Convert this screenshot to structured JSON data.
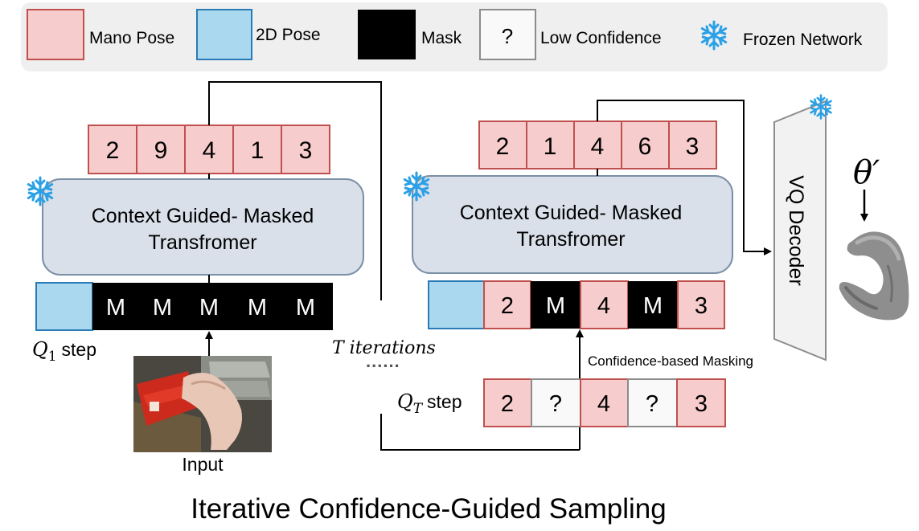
{
  "legend": {
    "mano_pose": "Mano Pose",
    "pose_2d": "2D Pose",
    "mask": "Mask",
    "low_conf_symbol": "?",
    "low_confidence": "Low Confidence",
    "frozen_network": "Frozen Network"
  },
  "left": {
    "tokens": [
      "2",
      "9",
      "4",
      "1",
      "3"
    ],
    "transformer_line1": "Context Guided- Masked",
    "transformer_line2": "Transfromer",
    "masked": [
      "M",
      "M",
      "M",
      "M",
      "M"
    ],
    "step_sub": "1",
    "step_label": "step",
    "input_label": "Input"
  },
  "middle": {
    "iterations_label": "T iterations",
    "dots": "......"
  },
  "right": {
    "tokens": [
      "2",
      "1",
      "4",
      "6",
      "3"
    ],
    "transformer_line1": "Context Guided- Masked",
    "transformer_line2": "Transfromer",
    "input_tokens": [
      "2",
      "M",
      "4",
      "M",
      "3"
    ],
    "masking_label": "Confidence-based Masking",
    "step_sub": "T",
    "step_label": "step",
    "qt_tokens": [
      "2",
      "?",
      "4",
      "?",
      "3"
    ],
    "decoder_label": "VQ Decoder",
    "theta_label": "θ′"
  },
  "title": "Iterative Confidence-Guided Sampling",
  "colors": {
    "mano_fill": "#f7cccc",
    "mano_stroke": "#c0504d",
    "pose2d_fill": "#a9d8ef",
    "pose2d_stroke": "#2a7bb5",
    "mask_fill": "#000000",
    "transformer_fill": "#d9e0ea",
    "transformer_stroke": "#7b8fa6",
    "legend_bg": "#efefef",
    "snowflake": "#2aa0e6"
  }
}
